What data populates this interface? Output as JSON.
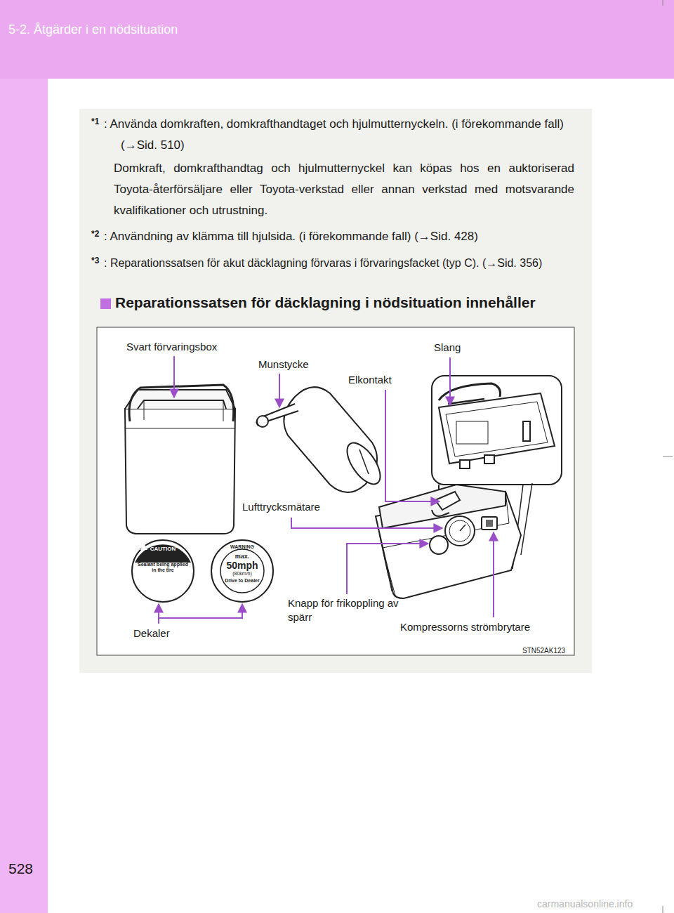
{
  "diagram": {
    "nodes": [
      {
        "text": [
          "5-2. Åtgärder i en nödsituation"
        ]
      },
      {
        "text": [
          "CAUTION",
          "Sealant being applied in the tire"
        ]
      },
      {
        "text": [
          "WARNING",
          "max.",
          "50mph",
          "(80km/h)",
          "Drive to Dealer"
        ]
      }
    ],
    "edges": [],
    "labels": [
      "528",
      "*1",
      ": Använda domkraften, domkrafthandtaget och hjulmutternyckeln. (i förekommande fall) (→Sid. 510)",
      "Domkraft, domkrafthandtag och hjulmutternyckel kan köpas hos en auktoriserad Toyota-återförsäljare eller Toyota-verkstad eller annan verkstad med motsvarande kvalifikationer och utrustning.",
      "*2",
      ": Användning av klämma till hjulsida. (i förekommande fall) (→Sid. 428)",
      "*3",
      ": Reparationssatsen för akut däcklagning förvaras i förvaringsfacket (typ C). (→Sid. 356)",
      "Reparationssatsen för däcklagning i nödsituation innehåller",
      "Svart förvaringsbox",
      "Munstycke",
      "Slang",
      "Elkontakt",
      "Lufttrycksmätare",
      "Knapp för frikoppling av spärr",
      "Kompressorns strömbrytare",
      "Dekaler",
      "STN52AK123",
      "carmanualsonline.info"
    ]
  }
}
